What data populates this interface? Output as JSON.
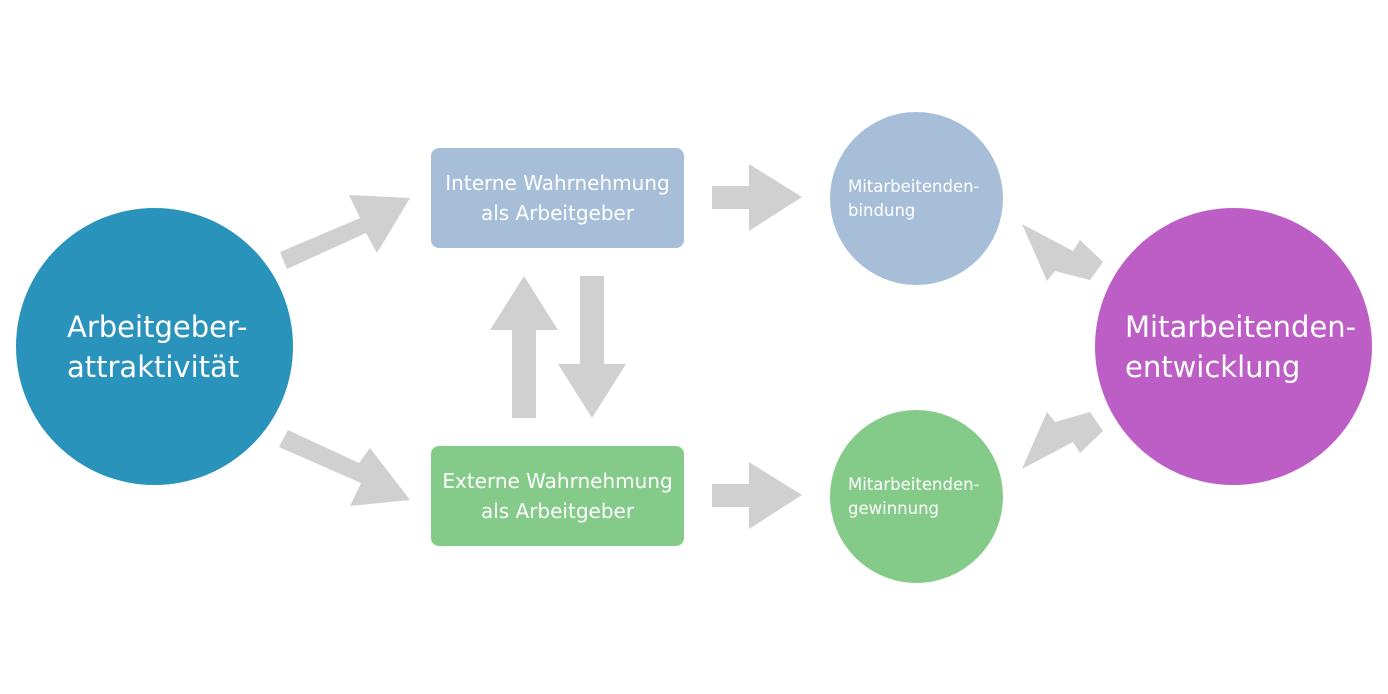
{
  "colors": {
    "attraktivitaet": "#2a93bc",
    "entwicklung": "#bc5ec5",
    "intern": "#a7bed8",
    "extern": "#84cb8a",
    "arrow": "#d0d0d0"
  },
  "nodes": {
    "arbeitgeberattraktivitaet": {
      "lines": [
        "Arbeitgeber-",
        "attraktivität"
      ]
    },
    "mitarbeitendenentwicklung": {
      "lines": [
        "Mitarbeitenden-",
        "entwicklung"
      ]
    },
    "interne_wahrnehmung": {
      "lines": [
        "Interne Wahrnehmung",
        "als Arbeitgeber"
      ]
    },
    "externe_wahrnehmung": {
      "lines": [
        "Externe Wahrnehmung",
        "als Arbeitgeber"
      ]
    },
    "mitarbeitendenbindung": {
      "lines": [
        "Mitarbeitenden-",
        "bindung"
      ]
    },
    "mitarbeitendengewinnung": {
      "lines": [
        "Mitarbeitenden-",
        "gewinnung"
      ]
    }
  },
  "edges": [
    {
      "from": "arbeitgeberattraktivitaet",
      "to": "interne_wahrnehmung"
    },
    {
      "from": "arbeitgeberattraktivitaet",
      "to": "externe_wahrnehmung"
    },
    {
      "from": "externe_wahrnehmung",
      "to": "interne_wahrnehmung"
    },
    {
      "from": "interne_wahrnehmung",
      "to": "externe_wahrnehmung"
    },
    {
      "from": "interne_wahrnehmung",
      "to": "mitarbeitendenbindung"
    },
    {
      "from": "externe_wahrnehmung",
      "to": "mitarbeitendengewinnung"
    },
    {
      "from": "mitarbeitendenentwicklung",
      "to": "mitarbeitendenbindung"
    },
    {
      "from": "mitarbeitendenentwicklung",
      "to": "mitarbeitendengewinnung"
    }
  ]
}
